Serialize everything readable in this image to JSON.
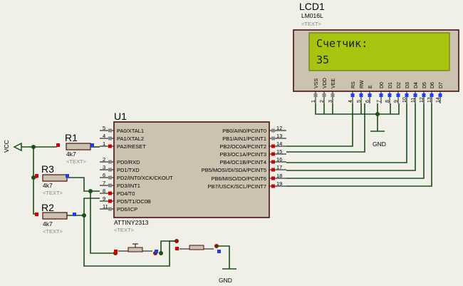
{
  "lcd": {
    "ref": "LCD1",
    "value": "LM016L",
    "tag": "<TEXT>",
    "line1": "Счетчик:",
    "line2": "35",
    "pins": [
      {
        "num": "1",
        "name": "VSS"
      },
      {
        "num": "2",
        "name": "VDD"
      },
      {
        "num": "3",
        "name": "VEE"
      },
      {
        "num": "4",
        "name": "RS"
      },
      {
        "num": "5",
        "name": "RW"
      },
      {
        "num": "6",
        "name": "E"
      },
      {
        "num": "7",
        "name": "D0"
      },
      {
        "num": "8",
        "name": "D1"
      },
      {
        "num": "9",
        "name": "D2"
      },
      {
        "num": "10",
        "name": "D3"
      },
      {
        "num": "11",
        "name": "D4"
      },
      {
        "num": "12",
        "name": "D5"
      },
      {
        "num": "13",
        "name": "D6"
      },
      {
        "num": "14",
        "name": "D7"
      }
    ],
    "colors": {
      "screen": "#a8c40f",
      "text": "#1a2200"
    }
  },
  "mcu": {
    "ref": "U1",
    "part": "ATTINY2313",
    "tag": "<TEXT>",
    "left_pins": [
      {
        "num": "5",
        "label": "PA0/XTAL1"
      },
      {
        "num": "4",
        "label": "PA1/XTAL2"
      },
      {
        "num": "1",
        "label": "PA2/RESET"
      },
      {
        "num": "2",
        "label": "PD0/RXD"
      },
      {
        "num": "3",
        "label": "PD1/TXD"
      },
      {
        "num": "6",
        "label": "PD2/INT0/XCK/CKOUT"
      },
      {
        "num": "7",
        "label": "PD3/INT1"
      },
      {
        "num": "8",
        "label": "PD4/T0"
      },
      {
        "num": "9",
        "label": "PD5/T1/OC0B"
      },
      {
        "num": "11",
        "label": "PD6/ICP"
      }
    ],
    "right_pins": [
      {
        "num": "12",
        "label": "PB0/AIN0/PCINT0"
      },
      {
        "num": "13",
        "label": "PB1/AIN1/PCINT1"
      },
      {
        "num": "14",
        "label": "PB2/OC0A/PCINT2"
      },
      {
        "num": "15",
        "label": "PB3/OC1A/PCINT3"
      },
      {
        "num": "16",
        "label": "PB4/OC1B/PCINT4"
      },
      {
        "num": "17",
        "label": "PB5/MOSI/DI/SDA/PCINT5"
      },
      {
        "num": "18",
        "label": "PB6/MISO/DO/PCINT6"
      },
      {
        "num": "19",
        "label": "PB7/USCK/SCL/PCINT7"
      }
    ]
  },
  "resistors": [
    {
      "ref": "R1",
      "value": "4k7",
      "tag": "<TEXT>"
    },
    {
      "ref": "R3",
      "value": "4k7",
      "tag": "<TEXT>"
    },
    {
      "ref": "R2",
      "value": "4k7",
      "tag": "<TEXT>"
    }
  ],
  "power": {
    "vcc": "VCC"
  },
  "grounds": [
    {
      "label": "GND"
    },
    {
      "label": "GND"
    }
  ],
  "colors": {
    "background": "#f0f0e8",
    "wire": "#1b4f1b",
    "body": "#cbc3b0",
    "outline": "#4a0f0f",
    "pin_red": "#d40000",
    "pin_blue": "#1a3cff",
    "pin_gray": "#888888"
  }
}
